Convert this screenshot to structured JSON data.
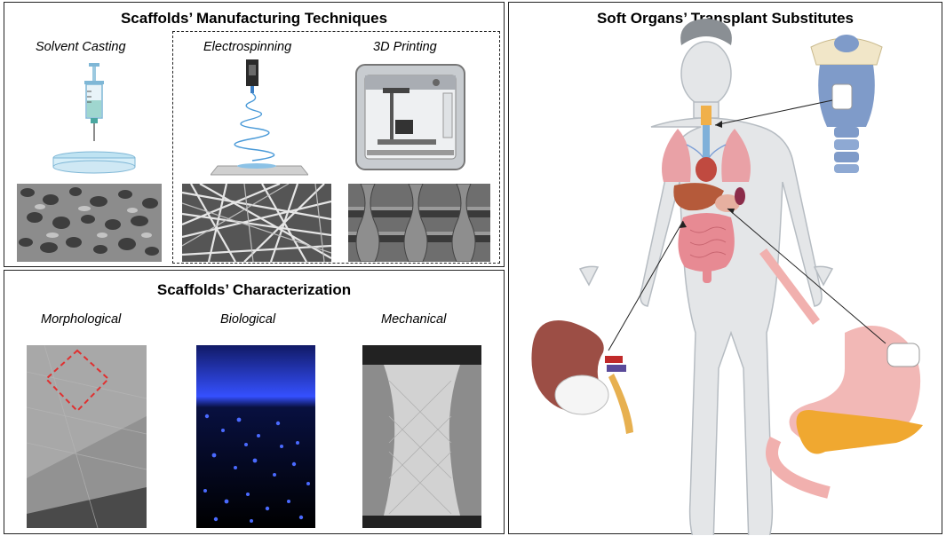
{
  "manufacturing": {
    "title": "Scaffolds’ Manufacturing Techniques",
    "techniques": [
      {
        "label": "Solvent Casting",
        "icon": "syringe-petri-dish-icon"
      },
      {
        "label": "Electrospinning",
        "icon": "electrospinning-nozzle-icon"
      },
      {
        "label": "3D Printing",
        "icon": "3d-printer-icon"
      }
    ]
  },
  "characterization": {
    "title": "Scaffolds’ Characterization",
    "methods": [
      {
        "label": "Morphological"
      },
      {
        "label": "Biological"
      },
      {
        "label": "Mechanical"
      }
    ]
  },
  "organs": {
    "title": "Soft Organs’ Transplant Substitutes",
    "items": [
      "trachea-larynx",
      "kidney",
      "stomach-pancreas"
    ]
  },
  "colors": {
    "highlight_dash": "#e03030",
    "fluorescence": "#2c4cff",
    "organ_pink": "#e9a1a6",
    "kidney_brown": "#9c4e45",
    "trachea_blue": "#7f9bc9"
  }
}
